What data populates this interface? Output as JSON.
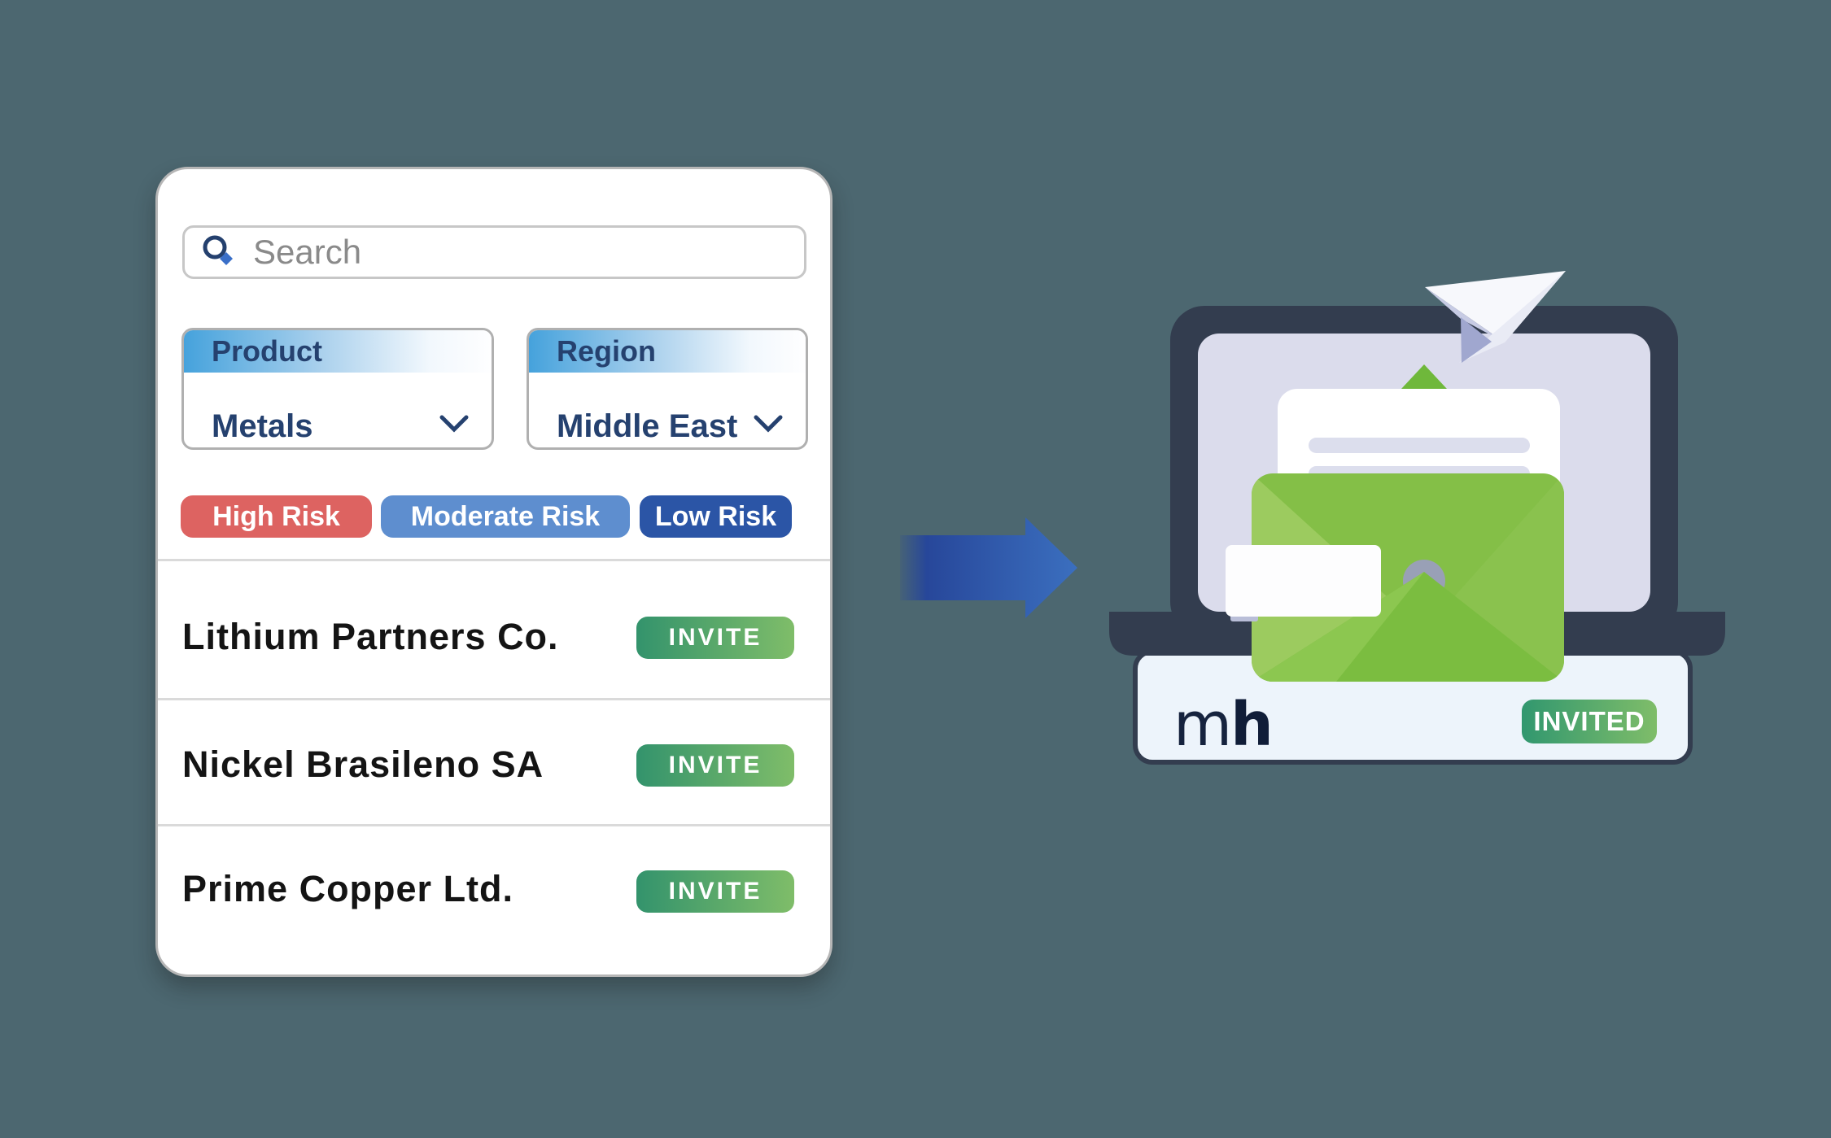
{
  "background": {
    "color": "#4C6770"
  },
  "panel": {
    "search": {
      "placeholder": "Search",
      "icon": "magnifier"
    },
    "filters": [
      {
        "label": "Product",
        "value": "Metals"
      },
      {
        "label": "Region",
        "value": "Middle East"
      }
    ],
    "risk_chips": [
      {
        "label": "High Risk",
        "color": "#DD6361"
      },
      {
        "label": "Moderate Risk",
        "color": "#5E8ECF"
      },
      {
        "label": "Low Risk",
        "color": "#2B55A6"
      }
    ],
    "companies": [
      {
        "name": "Lithium Partners Co.",
        "action_label": "INVITE"
      },
      {
        "name": "Nickel Brasileno SA",
        "action_label": "INVITE"
      },
      {
        "name": "Prime Copper Ltd.",
        "action_label": "INVITE"
      }
    ],
    "invite_gradient": [
      "#33936C",
      "#7FBD69"
    ]
  },
  "illustration": {
    "arrow_colors": {
      "start": "#27479A",
      "end": "#3B6FBF"
    },
    "laptop_bar": {
      "logo_m": "m",
      "logo_h": "h",
      "badge": "INVITED",
      "badge_gradient": [
        "#31976F",
        "#7FBD69"
      ]
    },
    "envelope_green": "#7BBD40",
    "laptop_frame": "#333D4F",
    "screen": "#DBDCEC"
  }
}
